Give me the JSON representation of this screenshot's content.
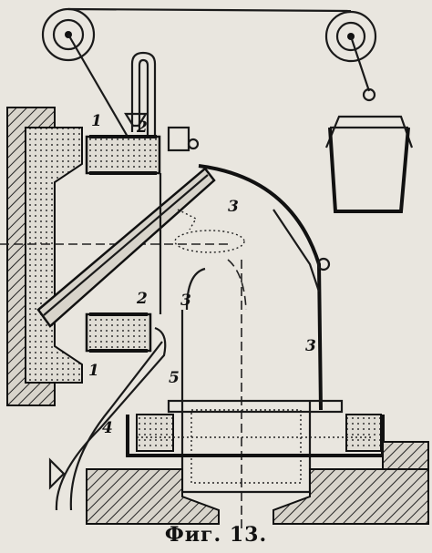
{
  "caption": "Фиг. 13.",
  "labels": [
    "1",
    "2",
    "3",
    "3",
    "2",
    "3",
    "1",
    "5",
    "3",
    "4"
  ]
}
